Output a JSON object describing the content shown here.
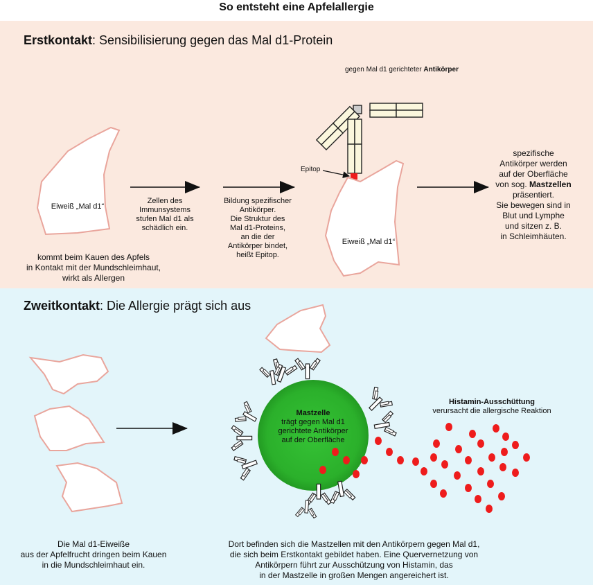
{
  "title": "So entsteht eine Apfelallergie",
  "colors": {
    "top_bg": "#fbe9df",
    "bottom_bg": "#e3f5fa",
    "mast_cell": "#2bb02b",
    "histamine": "#ee1c1c",
    "protein_outline": "#e9a59c",
    "antibody_fill": "#fbf7dd"
  },
  "first_contact": {
    "heading_bold": "Erstkontakt",
    "heading_rest": ": Sensibilisierung gegen das Mal d1-Protein",
    "protein_label_left": "Eiweiß „Mal d1“",
    "protein_caption": [
      "kommt beim Kauen des Apfels",
      "in Kontakt mit der Mundschleimhaut,",
      "wirkt als Allergen"
    ],
    "step1": [
      "Zellen des",
      "Immunsystems",
      "stufen Mal d1 als",
      "schädlich ein."
    ],
    "step2": [
      "Bildung spezifischer",
      "Antikörper.",
      "Die Struktur des",
      "Mal d1-Proteins,",
      "an die der",
      "Antikörper bindet,",
      "heißt Epitop."
    ],
    "antibody_label": "gegen Mal d1 gerichteter ",
    "antibody_label_bold": "Antikörper",
    "epitope_label": "Epitop",
    "protein_label_right": "Eiweiß „Mal d1“",
    "step3_a": [
      "spezifische",
      "Antikörper werden",
      "auf der Oberfläche",
      "von sog. "
    ],
    "step3_bold": "Mastzellen",
    "step3_b": [
      "präsentiert.",
      "Sie bewegen sind in",
      "Blut und Lymphe",
      "und sitzen z. B.",
      "in Schleimhäuten."
    ]
  },
  "second_contact": {
    "heading_bold": "Zweitkontakt",
    "heading_rest": ": Die Allergie prägt sich aus",
    "mast_title": "Mastzelle",
    "mast_text": [
      "trägt gegen Mal d1",
      "gerichtete Antikörper",
      "auf der Oberfläche"
    ],
    "histamine_title": "Histamin-Ausschüttung",
    "histamine_sub": "verursacht die allergische Reaktion",
    "left_caption": [
      "Die Mal d1-Eiweiße",
      "aus der Apfelfrucht dringen beim Kauen",
      "in die Mundschleimhaut ein."
    ],
    "bottom_caption": [
      "Dort befinden sich die Mastzellen mit den Antikörpern gegen Mal d1,",
      "die sich beim Erstkontakt gebildet haben. Eine Quervernetzung von",
      "Antikörpern führt zur Ausschützung von Histamin, das",
      "in der Mastzelle in großen Mengen angereichert ist."
    ]
  }
}
